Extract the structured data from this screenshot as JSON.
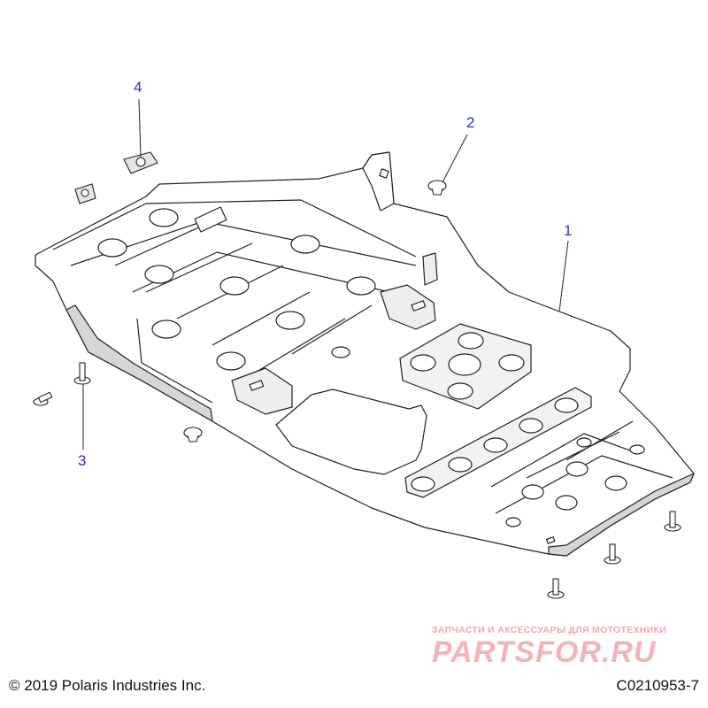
{
  "callouts": [
    {
      "label": "1"
    },
    {
      "label": "2"
    },
    {
      "label": "3"
    },
    {
      "label": "4"
    }
  ],
  "footer": {
    "copyright": "© 2019 Polaris Industries Inc.",
    "part_number": "C0210953-7"
  },
  "watermark": {
    "subtitle": "ЗАПЧАСТИ И АКСЕССУАРЫ ДЛЯ МОТОТЕХНИКИ",
    "brand": "PARTSFOR.RU"
  },
  "colors": {
    "line": "#222222",
    "fill": "#ffffff",
    "shade": "#d6d6d6",
    "callout": "#2a2ad0",
    "watermark": "#f3b3ba"
  }
}
